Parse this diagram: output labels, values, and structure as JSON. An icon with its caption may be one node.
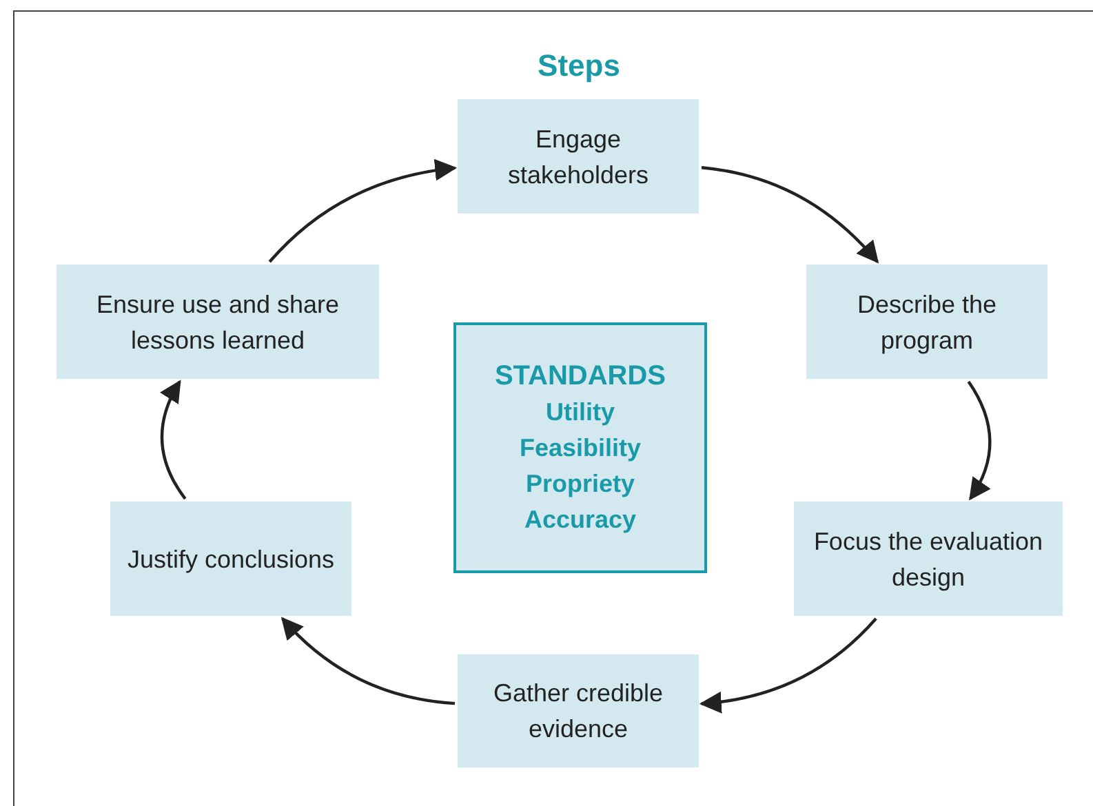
{
  "diagram": {
    "title": "Steps",
    "nodes": [
      {
        "text": [
          "Engage stakeholders"
        ]
      },
      {
        "text": [
          "Describe the program"
        ]
      },
      {
        "text": [
          "Focus the evaluation design"
        ]
      },
      {
        "text": [
          "Gather credible evidence"
        ]
      },
      {
        "text": [
          "Justify conclusions"
        ]
      },
      {
        "text": [
          "Ensure use and share lessons learned"
        ]
      },
      {
        "text": [
          "STANDARDS",
          "Utility",
          "Feasibility",
          "Propriety",
          "Accuracy"
        ]
      }
    ],
    "edges": [
      {
        "from": 0,
        "to": 1,
        "arrow": "to"
      },
      {
        "from": 1,
        "to": 2,
        "arrow": "to"
      },
      {
        "from": 2,
        "to": 3,
        "arrow": "to"
      },
      {
        "from": 3,
        "to": 4,
        "arrow": "to"
      },
      {
        "from": 4,
        "to": 5,
        "arrow": "to"
      },
      {
        "from": 5,
        "to": 0,
        "arrow": "to"
      }
    ]
  }
}
